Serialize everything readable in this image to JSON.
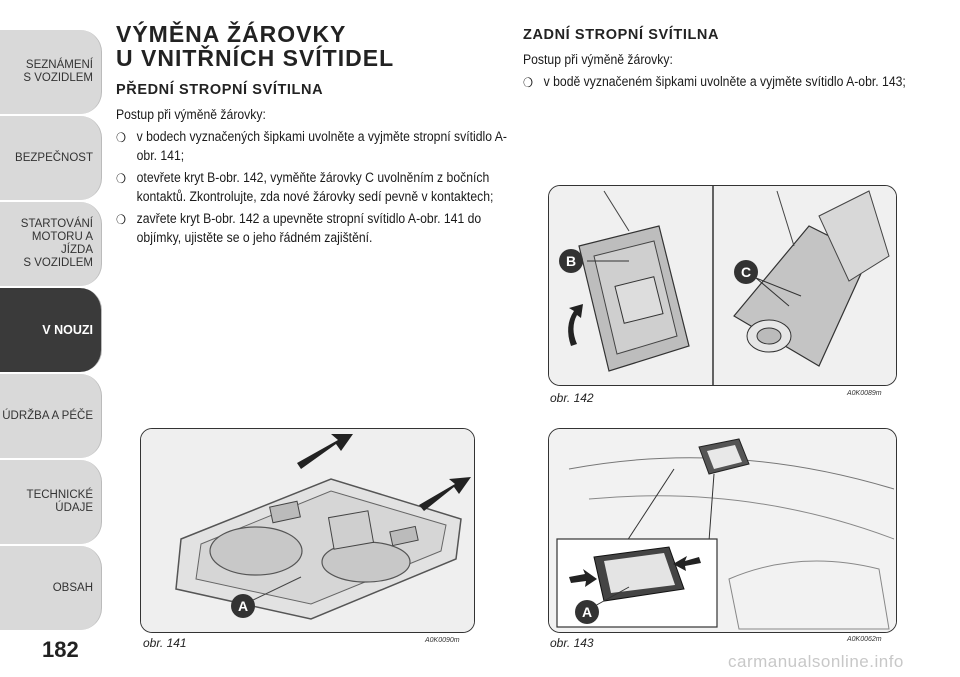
{
  "sidebar": {
    "items": [
      {
        "label": "SEZNÁMENÍ\nS VOZIDLEM",
        "active": false
      },
      {
        "label": "BEZPEČNOST",
        "active": false
      },
      {
        "label": "STARTOVÁNÍ\nMOTORU A JÍZDA\nS VOZIDLEM",
        "active": false
      },
      {
        "label": "V NOUZI",
        "active": true
      },
      {
        "label": "ÚDRŽBA A PÉČE",
        "active": false
      },
      {
        "label": "TECHNICKÉ\nÚDAJE",
        "active": false
      },
      {
        "label": "OBSAH",
        "active": false
      }
    ],
    "page_number": "182"
  },
  "left": {
    "title": "VÝMĚNA ŽÁROVKY\nU VNITŘNÍCH SVÍTIDEL",
    "subtitle": "PŘEDNÍ STROPNÍ SVÍTILNA",
    "intro": "Postup při výměně žárovky:",
    "bullets": [
      "v bodech vyznačených šipkami uvolněte a vyjměte stropní svítidlo A-obr. 141;",
      "otevřete kryt B-obr. 142, vyměňte žárovky C uvolněním z bočních kontaktů. Zkontrolujte, zda nové žárovky sedí pevně v kontaktech;",
      "zavřete kryt B-obr. 142 a upevněte stropní svítidlo A-obr. 141 do objímky, ujistěte se o jeho řádném zajištění."
    ]
  },
  "right": {
    "subtitle": "ZADNÍ STROPNÍ SVÍTILNA",
    "intro": "Postup při výměně žárovky:",
    "bullets": [
      "v bodě vyznačeném šipkami uvolněte a vyjměte svítidlo A-obr. 143;"
    ]
  },
  "figures": {
    "f141": {
      "caption": "obr. 141",
      "code": "A0K0090m",
      "label_a": "A"
    },
    "f142": {
      "caption": "obr. 142",
      "code": "A0K0089m",
      "label_b": "B",
      "label_c": "C"
    },
    "f143": {
      "caption": "obr. 143",
      "code": "A0K0062m",
      "label_a": "A"
    }
  },
  "watermark": "carmanualsonline.info"
}
